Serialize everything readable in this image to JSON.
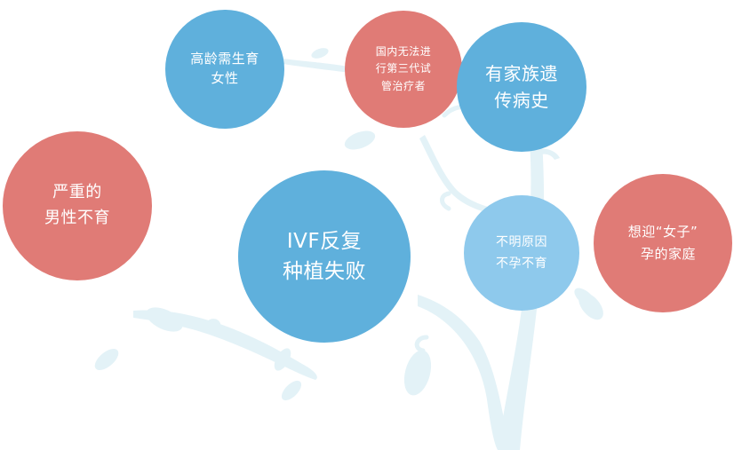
{
  "colors": {
    "blue": "#5fb0dc",
    "light_blue": "#8ec9ec",
    "red": "#e07b76",
    "tree": "#e3f2f7",
    "background": "#ffffff"
  },
  "background": {
    "illustration": "tree-with-leaves-icon"
  },
  "bubbles": [
    {
      "id": "older-women",
      "color": "blue",
      "lines": [
        "高龄需生育",
        "女性"
      ]
    },
    {
      "id": "no-domestic-pgt",
      "color": "red",
      "lines": [
        "国内无法进",
        "行第三代试",
        "管治疗者"
      ]
    },
    {
      "id": "family-genetic-history",
      "color": "blue",
      "lines": [
        "有家族遗",
        "传病史"
      ]
    },
    {
      "id": "severe-male-infertility",
      "color": "red",
      "lines": [
        "严重的",
        "男性不育"
      ]
    },
    {
      "id": "ivf-repeated-failure",
      "color": "blue",
      "lines": [
        "IVF反复",
        "种植失败"
      ]
    },
    {
      "id": "unexplained-infertility",
      "color": "light_blue",
      "lines": [
        "不明原因",
        "不孕不育"
      ]
    },
    {
      "id": "gender-selection-family",
      "color": "red",
      "lines": [
        "想迎“女子”",
        "孕的家庭"
      ]
    }
  ]
}
